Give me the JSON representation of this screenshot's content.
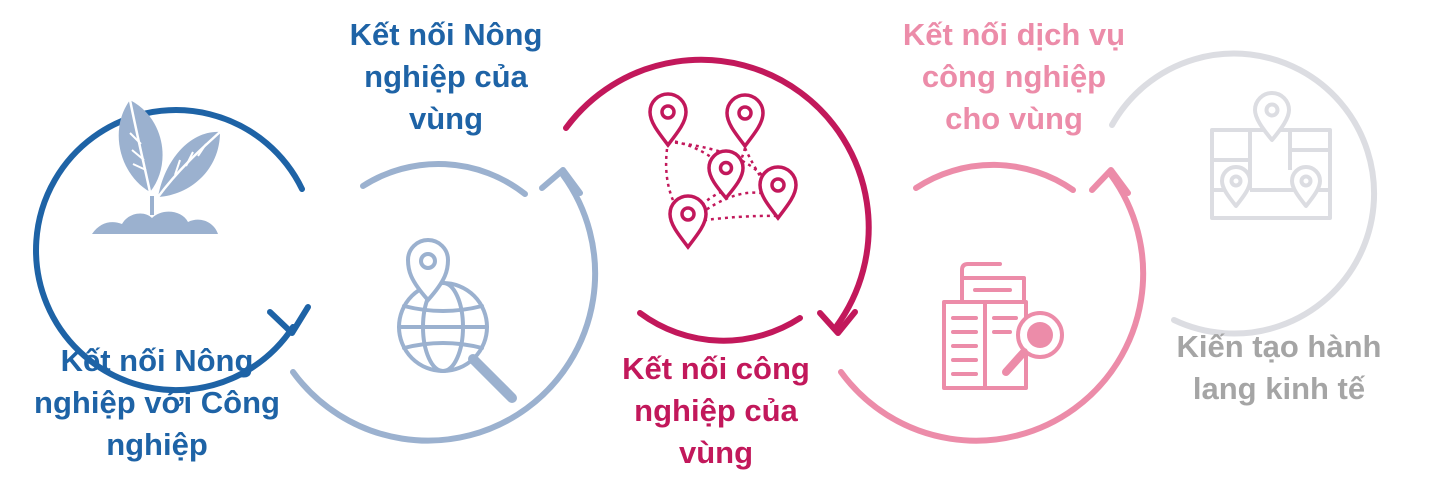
{
  "colors": {
    "dark_blue": "#1e63a6",
    "light_blue": "#9bb1cf",
    "magenta": "#c2185b",
    "pink": "#ec8ca9",
    "light_gray": "#dcdde2",
    "gray_text": "#a5a5a5"
  },
  "steps": [
    {
      "lines": [
        "Kết nối Nông",
        "nghiệp với Công",
        "nghiệp"
      ],
      "icon": "plant-leaves-icon"
    },
    {
      "lines": [
        "Kết nối Nông",
        "nghiệp của",
        "vùng"
      ],
      "icon": "globe-location-search-icon"
    },
    {
      "lines": [
        "Kết nối công",
        "nghiệp của",
        "vùng"
      ],
      "icon": "connected-map-pins-icon"
    },
    {
      "lines": [
        "Kết nối dịch vụ",
        "công nghiệp",
        "cho vùng"
      ],
      "icon": "document-search-icon"
    },
    {
      "lines": [
        "Kiến tạo hành",
        "lang kinh tế"
      ],
      "icon": "map-route-icon"
    }
  ]
}
